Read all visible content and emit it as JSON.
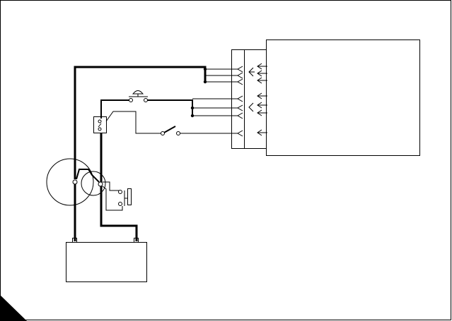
{
  "diagram": {
    "type": "wiring-schematic",
    "colors": {
      "line": "#000000",
      "background": "#ffffff",
      "corner_mark": "#000000"
    },
    "components": [
      {
        "id": "control-module",
        "icon": "rectangle-box"
      },
      {
        "id": "connector-block",
        "icon": "pin-connector"
      },
      {
        "id": "battery",
        "icon": "battery-box"
      },
      {
        "id": "alternator",
        "icon": "circle"
      },
      {
        "id": "starter-motor",
        "icon": "circle"
      },
      {
        "id": "push-button-switch",
        "icon": "push-button"
      },
      {
        "id": "toggle-switch",
        "icon": "open-switch"
      },
      {
        "id": "solenoid",
        "icon": "solenoid-box"
      },
      {
        "id": "starter-solenoid-switch",
        "icon": "switch-contacts"
      }
    ]
  }
}
